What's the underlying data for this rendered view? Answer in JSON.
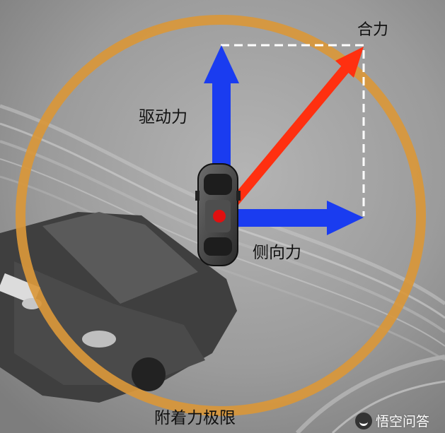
{
  "labels": {
    "resultant": "合力",
    "drive": "驱动力",
    "lateral": "侧向力",
    "limit": "附着力极限"
  },
  "watermark": {
    "text": "悟空问答"
  },
  "colors": {
    "drive_arrow": "#1a3cf0",
    "lateral_arrow": "#1a3cf0",
    "resultant_arrow": "#ff3010",
    "friction_circle": "#d9973a",
    "background": "#9a9a9a"
  }
}
